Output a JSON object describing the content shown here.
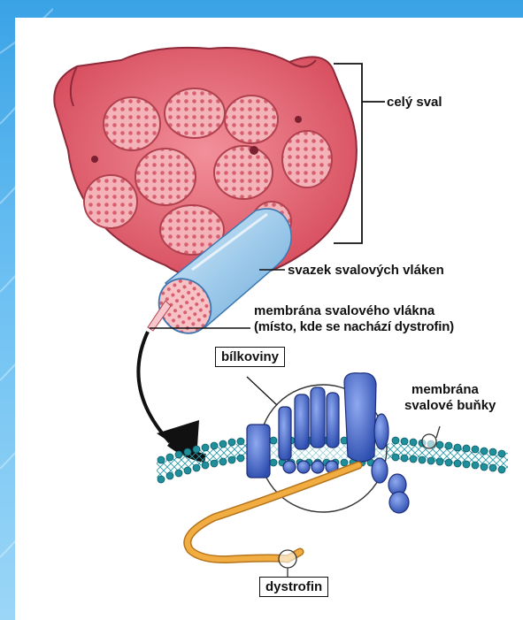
{
  "labels": {
    "whole_muscle": "celý sval",
    "fiber_bundle": "svazek svalových vláken",
    "fiber_membrane_line1": "membrána svalového vlákna",
    "fiber_membrane_line2": "(místo, kde se nachází dystrofin)",
    "proteins": "bílkoviny",
    "cell_membrane_line1": "membrána",
    "cell_membrane_line2": "svalové buňky",
    "dystrophin": "dystrofin"
  },
  "colors": {
    "muscle": "#e0606e",
    "fascicle": "#f0a0a8",
    "fiber_bundle": "#a9d3ee",
    "protein": "#3f64c8",
    "membrane_bead": "#2a9aa8",
    "dystrophin": "#f0a43a"
  }
}
